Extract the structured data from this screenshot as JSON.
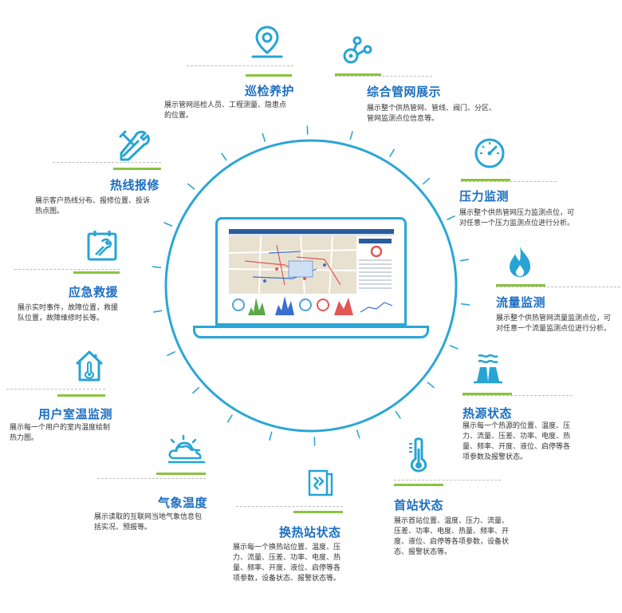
{
  "colors": {
    "title": "#1d6fc1",
    "accent_bar": "#8ac33f",
    "icon": "#27a4d4",
    "circle": "#2aa6d6"
  },
  "features": [
    {
      "id": "patrol",
      "icon": "map-pin-icon",
      "title": "巡检养护",
      "desc": [
        "展示管网巡检人员、工程测量、隐患点",
        "的位置。"
      ]
    },
    {
      "id": "network",
      "icon": "network-nodes-icon",
      "title": "综合管网展示",
      "desc": [
        "展示整个供热管网、管线、阀门、分区、",
        "管网监测点位信息等。"
      ]
    },
    {
      "id": "hotline",
      "icon": "tools-icon",
      "title": "热线报修",
      "desc": [
        "展示客户热线分布、报修位置、投诉",
        "热点图。"
      ]
    },
    {
      "id": "pressure",
      "icon": "pressure-gauge-icon",
      "title": "压力监测",
      "desc": [
        "展示整个供热管网压力监测点位，可",
        "对任意一个压力监测点位进行分析。"
      ]
    },
    {
      "id": "emergency",
      "icon": "wrench-calendar-icon",
      "title": "应急救援",
      "desc": [
        "展示实时事件，故障位置，救援",
        "队位置，故障维修时长等。"
      ]
    },
    {
      "id": "flow",
      "icon": "flame-icon",
      "title": "流量监测",
      "desc": [
        "展示整个供热管网流量监测点位，可",
        "对任意一个流量监测点位进行分析。"
      ]
    },
    {
      "id": "indoor",
      "icon": "house-thermometer-icon",
      "title": "用户室温监测",
      "desc": [
        "展示每一个用户的室内温度绘制",
        "热力图。"
      ]
    },
    {
      "id": "heatsource",
      "icon": "power-plant-icon",
      "title": "热源状态",
      "desc": [
        "展示每一个热源的位置、温度、压",
        "力、流量、压差、功率、电度、热",
        "量、频率、开度、液位、启停等各",
        "项参数及报警状态。"
      ]
    },
    {
      "id": "weather",
      "icon": "weather-sun-cloud-icon",
      "title": "气象温度",
      "desc": [
        "展示读取的互联网当地气象信息包",
        "括实况、预报等。"
      ]
    },
    {
      "id": "station",
      "icon": "thermometer-icon",
      "title": "首站状态",
      "desc": [
        "展示首站位置、温度、压力、流量、",
        "压差、功率、电度、热量、频率、开",
        "度、液位、启停等各项参数，设备状",
        "态、报警状态等。"
      ]
    },
    {
      "id": "exchange",
      "icon": "heat-exchanger-icon",
      "title": "换热站状态",
      "desc": [
        "展示每一个换热站位置、温度、压",
        "力、流量、压差、功率、电度、热",
        "量、频率、开度、液位、启停等各",
        "项参数，设备状态、报警状态等。"
      ]
    }
  ]
}
